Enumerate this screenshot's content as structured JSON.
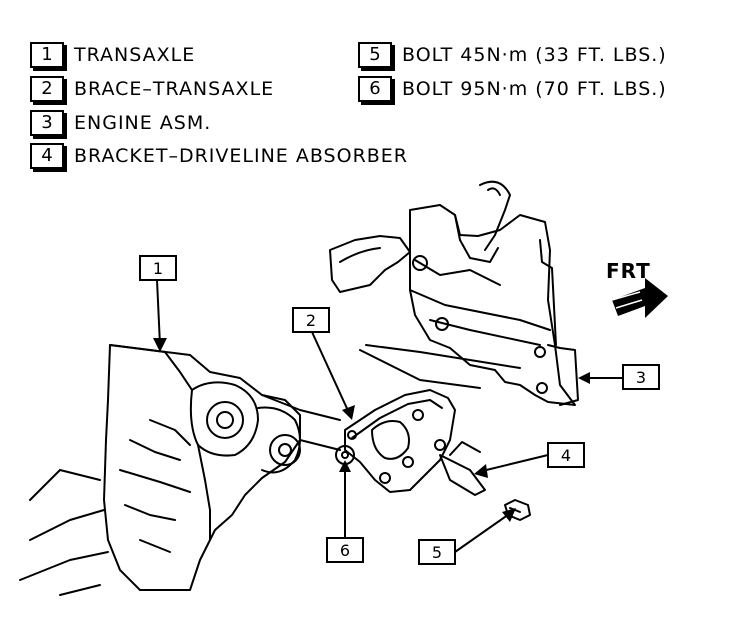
{
  "legend": [
    {
      "num": "1",
      "text": "TRANSAXLE"
    },
    {
      "num": "2",
      "text": "BRACE–TRANSAXLE"
    },
    {
      "num": "3",
      "text": "ENGINE ASM."
    },
    {
      "num": "4",
      "text": "BRACKET–DRIVELINE ABSORBER"
    },
    {
      "num": "5",
      "text": "BOLT 45N·m (33 FT. LBS.)"
    },
    {
      "num": "6",
      "text": "BOLT 95N·m (70 FT. LBS.)"
    }
  ],
  "direction_label": "FRT",
  "callouts": [
    "1",
    "2",
    "3",
    "4",
    "5",
    "6"
  ]
}
